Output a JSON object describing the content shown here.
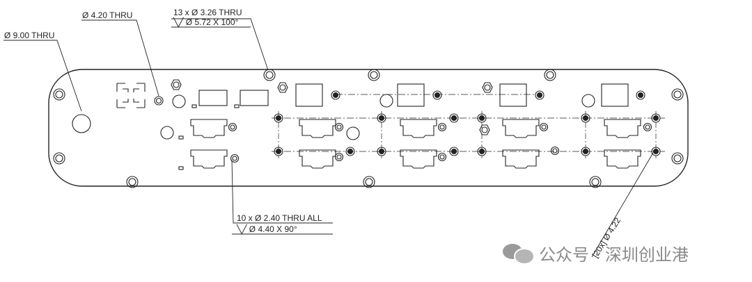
{
  "callouts": {
    "hole_9": "Ø 9.00 THRU",
    "hole_420": "Ø 4.20 THRU",
    "csk_count_line": "13 x  Ø  3.26 THRU",
    "csk_spec_line": "╲╱  Ø  5.72 X 100°",
    "thru_all_line": "10 x  Ø  2.40 THRU ALL",
    "csk90_line": "╲╱  Ø  4.40 X 90°",
    "hole_422": "[20x] Ø 4.22"
  },
  "watermark": {
    "text": "公众号 · 深圳创业港",
    "icon": "wechat-icon"
  },
  "colors": {
    "line": "#222222",
    "watermark": "#8a8a8a"
  }
}
